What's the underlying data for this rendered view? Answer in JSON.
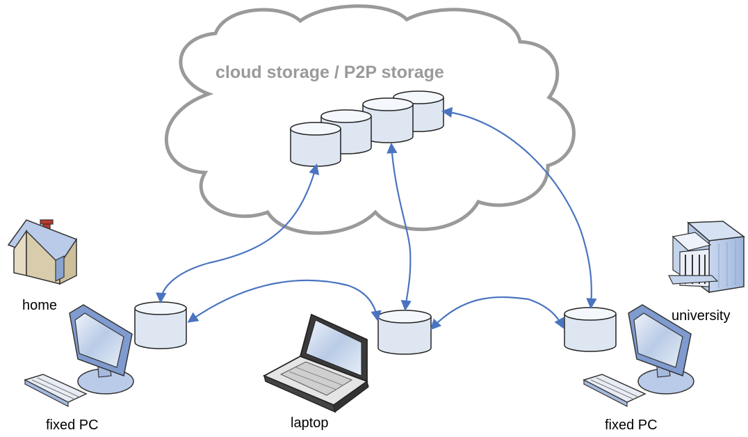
{
  "cloud": {
    "title": "cloud storage / P2P storage"
  },
  "labels": {
    "home": "home",
    "university": "university",
    "fixed_pc_left": "fixed PC",
    "laptop": "laptop",
    "fixed_pc_right": "fixed PC"
  },
  "colors": {
    "cloud_outline": "#9a9a9a",
    "connection": "#4a74c0",
    "storage_fill": "#dde6f1"
  },
  "icons": [
    "house-icon",
    "university-building-icon",
    "desktop-computer-icon",
    "laptop-icon",
    "keyboard-icon",
    "storage-cylinder-icon"
  ]
}
